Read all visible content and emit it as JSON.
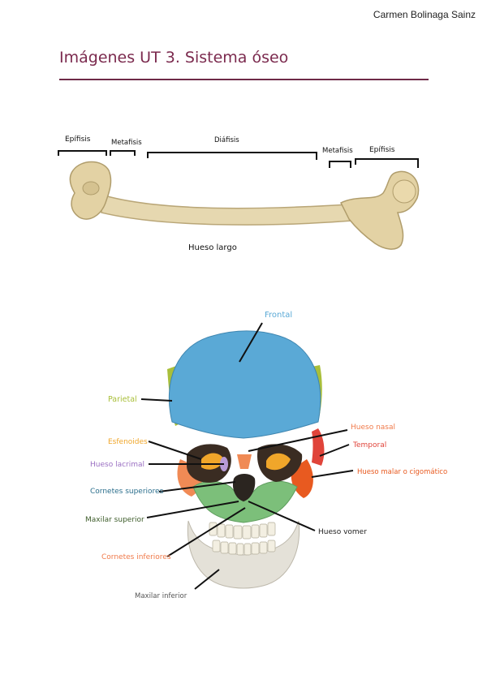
{
  "header": {
    "author": "Carmen Bolinaga Sainz",
    "title": "Imágenes UT 3. Sistema óseo"
  },
  "bone": {
    "labels": {
      "epifisis_left": "Epífisis",
      "metafisis_left": "Metafisis",
      "diafisis": "Diáfisis",
      "metafisis_right": "Metafisis",
      "epifisis_right": "Epífisis"
    },
    "caption": "Hueso largo"
  },
  "skull": {
    "labels": {
      "frontal": "Frontal",
      "parietal": "Parietal",
      "esfenoides": "Esfenoides",
      "hueso_lacrimal": "Hueso lacrimal",
      "cornetes_superiores": "Cornetes superiores",
      "maxilar_superior": "Maxilar superior",
      "cornetes_inferiores": "Cornetes inferiores",
      "maxilar_inferior": "Maxilar inferior",
      "hueso_nasal": "Hueso nasal",
      "temporal": "Temporal",
      "hueso_malar": "Hueso malar o cigomático",
      "hueso_vomer": "Hueso vomer"
    },
    "colors": {
      "frontal": "#5aa9d6",
      "parietal": "#a9bf3a",
      "esfenoides": "#f0a62a",
      "hueso_lacrimal": "#9a6fc2",
      "cornetes_superiores": "#2a6e8c",
      "maxilar_superior": "#3d5c2a",
      "cornetes_inferiores": "#f07a4a",
      "maxilar_inferior": "#555555",
      "hueso_nasal": "#f07a4a",
      "temporal": "#e0443a",
      "hueso_malar": "#e85a20",
      "hueso_vomer": "#222222"
    }
  }
}
